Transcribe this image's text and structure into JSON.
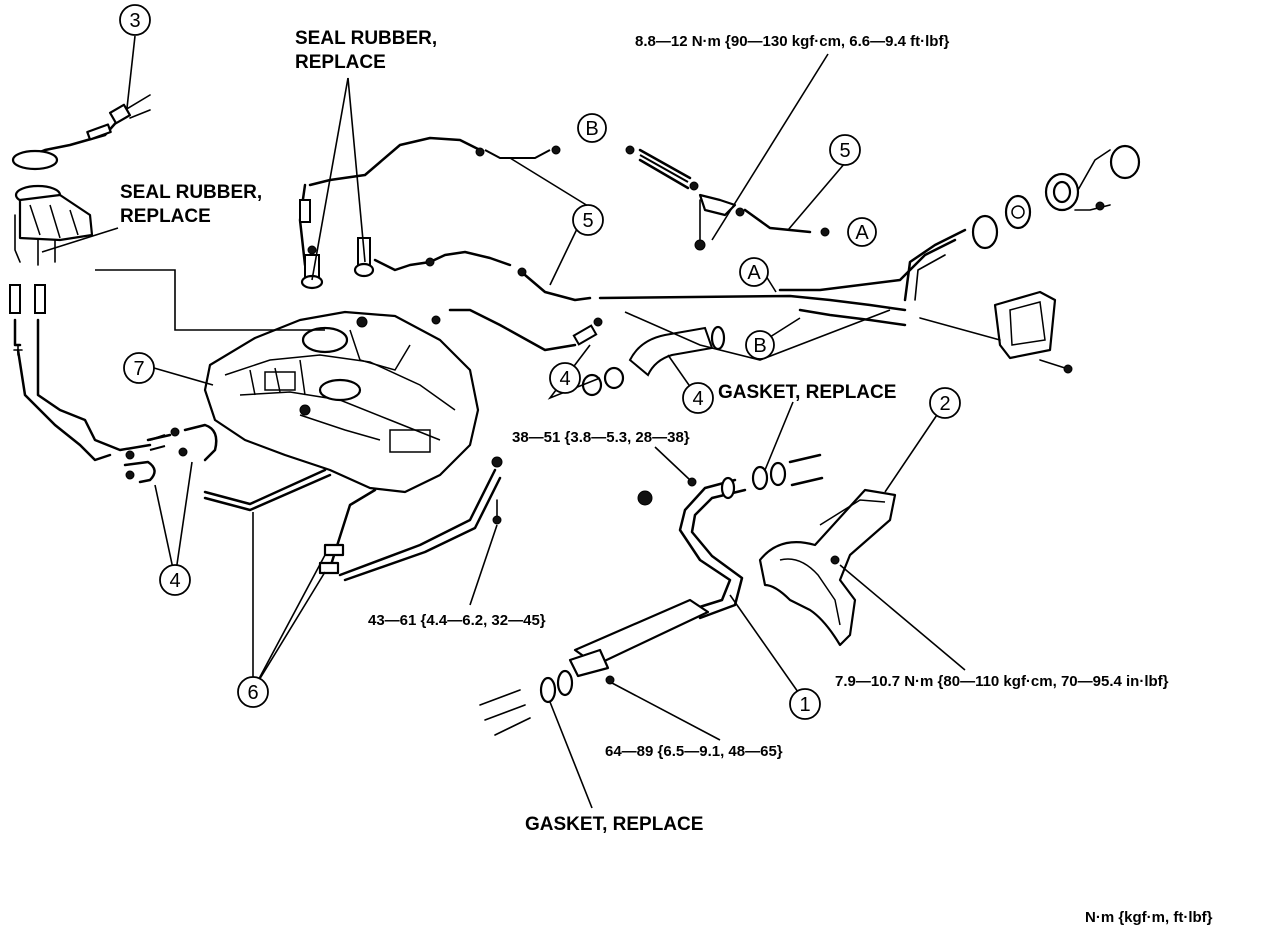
{
  "labels": {
    "seal_rubber_top": [
      "SEAL RUBBER,",
      "REPLACE"
    ],
    "seal_rubber_left": [
      "SEAL RUBBER,",
      "REPLACE"
    ],
    "gasket_right": "GASKET, REPLACE",
    "gasket_bottom": "GASKET, REPLACE"
  },
  "torque_specs": {
    "hose_clamp": "8.8—12 N·m {90—130 kgf·cm, 6.6—9.4 ft·lbf}",
    "exhaust_front": "38—51 {3.8—5.3, 28—38}",
    "strap_bolt": "43—61 {4.4—6.2, 32—45}",
    "heat_shield": "7.9—10.7 N·m {80—110 kgf·cm, 70—95.4 in·lbf}",
    "exhaust_rear": "64—89 {6.5—9.1, 48—65}"
  },
  "callouts": {
    "c1": "1",
    "c2": "2",
    "c3": "3",
    "c4a": "4",
    "c4b": "4",
    "c4c": "4",
    "c5a": "5",
    "c5b": "5",
    "c6": "6",
    "c7": "7",
    "refA1": "A",
    "refA2": "A",
    "refB1": "B",
    "refB2": "B"
  },
  "unit_note": "N·m {kgf·m, ft·lbf}"
}
